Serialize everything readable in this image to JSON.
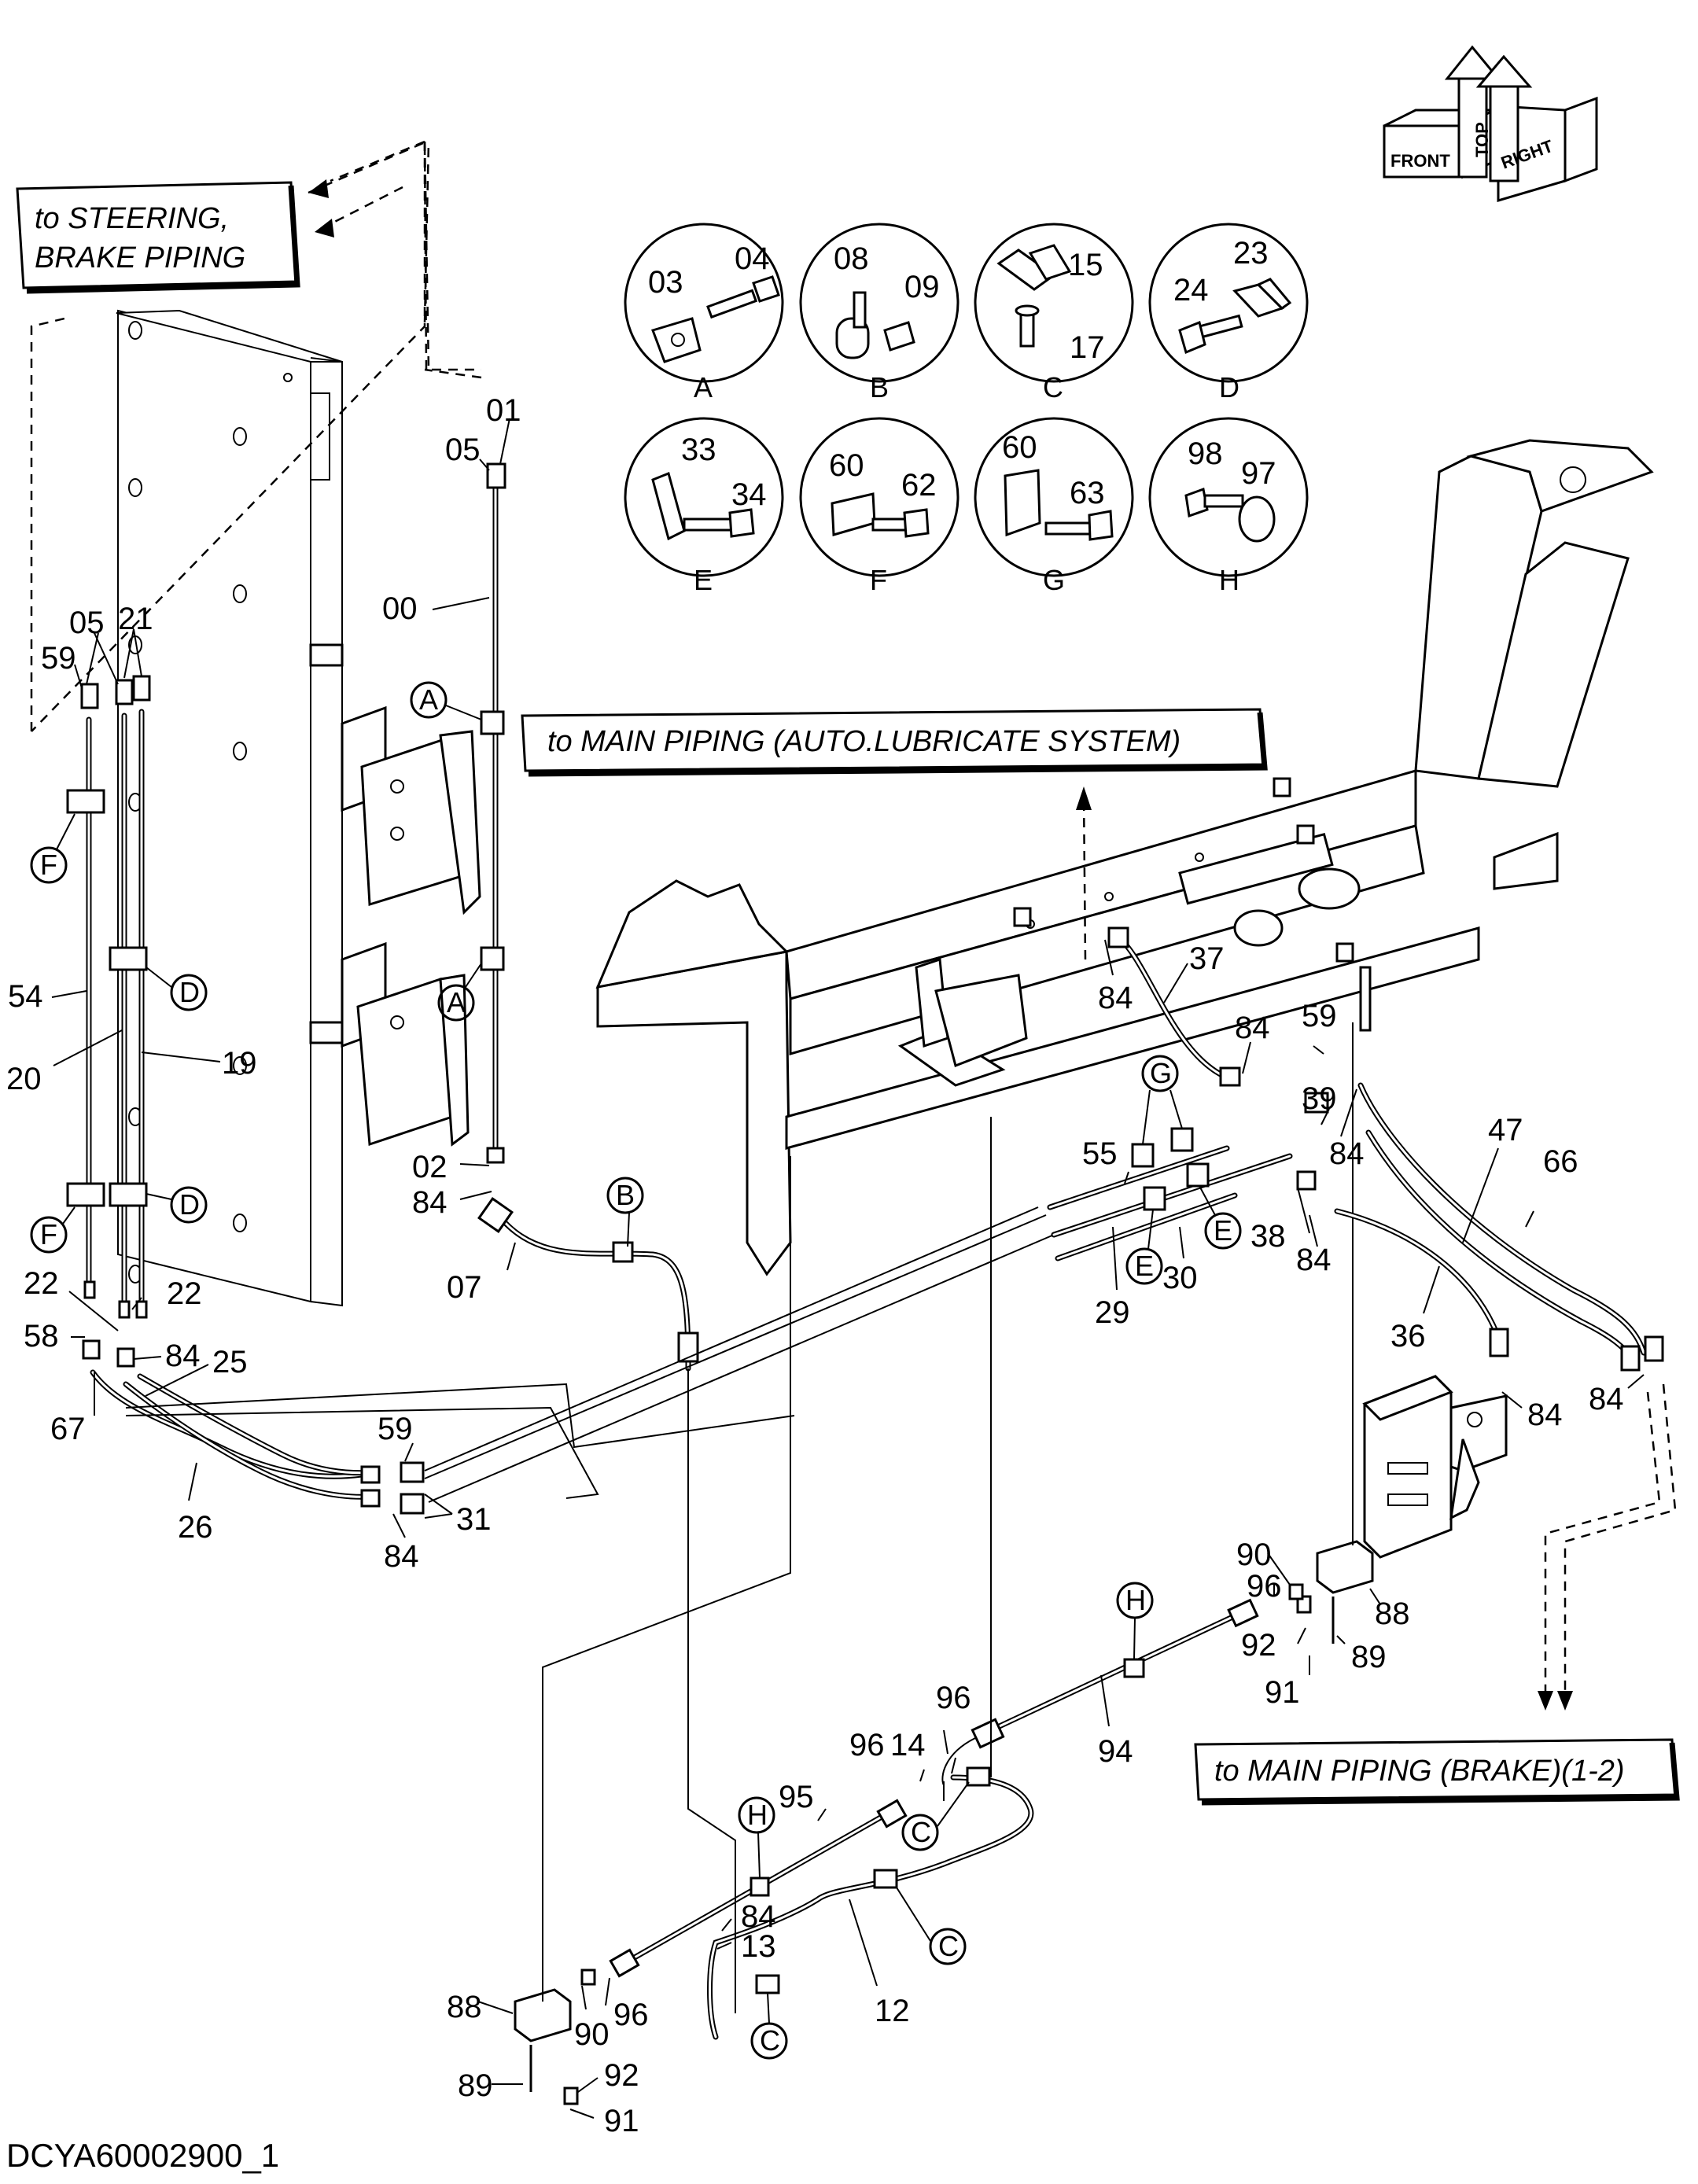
{
  "drawing_code": "DCYA60002900_1",
  "banners": {
    "steering": [
      "to STEERING,",
      "BRAKE PIPING"
    ],
    "auto_lube": "to MAIN PIPING (AUTO.LUBRICATE SYSTEM)",
    "brake": "to MAIN PIPING (BRAKE)(1-2)"
  },
  "orientation": {
    "front": "FRONT",
    "top": "TOP",
    "right": "RIGHT"
  },
  "detail_views": [
    {
      "letter": "A",
      "parts": [
        "03",
        "04"
      ]
    },
    {
      "letter": "B",
      "parts": [
        "08",
        "09"
      ]
    },
    {
      "letter": "C",
      "parts": [
        "15",
        "17"
      ]
    },
    {
      "letter": "D",
      "parts": [
        "24",
        "23"
      ]
    },
    {
      "letter": "E",
      "parts": [
        "33",
        "34"
      ]
    },
    {
      "letter": "F",
      "parts": [
        "60",
        "62"
      ]
    },
    {
      "letter": "G",
      "parts": [
        "60",
        "63"
      ]
    },
    {
      "letter": "H",
      "parts": [
        "98",
        "97"
      ]
    }
  ],
  "callouts": [
    "A",
    "A",
    "B",
    "F",
    "F",
    "D",
    "D",
    "G",
    "E",
    "E",
    "H",
    "H",
    "C",
    "C",
    "C"
  ],
  "part_numbers": [
    "05",
    "01",
    "00",
    "05",
    "21",
    "59",
    "54",
    "20",
    "19",
    "02",
    "84",
    "07",
    "22",
    "22",
    "58",
    "84",
    "25",
    "67",
    "26",
    "59",
    "31",
    "84",
    "84",
    "37",
    "84",
    "59",
    "39",
    "84",
    "55",
    "38",
    "84",
    "30",
    "29",
    "47",
    "66",
    "36",
    "84",
    "84",
    "90",
    "96",
    "88",
    "92",
    "89",
    "91",
    "94",
    "96",
    "14",
    "96",
    "95",
    "84",
    "13",
    "12",
    "88",
    "90",
    "96",
    "89",
    "92",
    "91"
  ]
}
